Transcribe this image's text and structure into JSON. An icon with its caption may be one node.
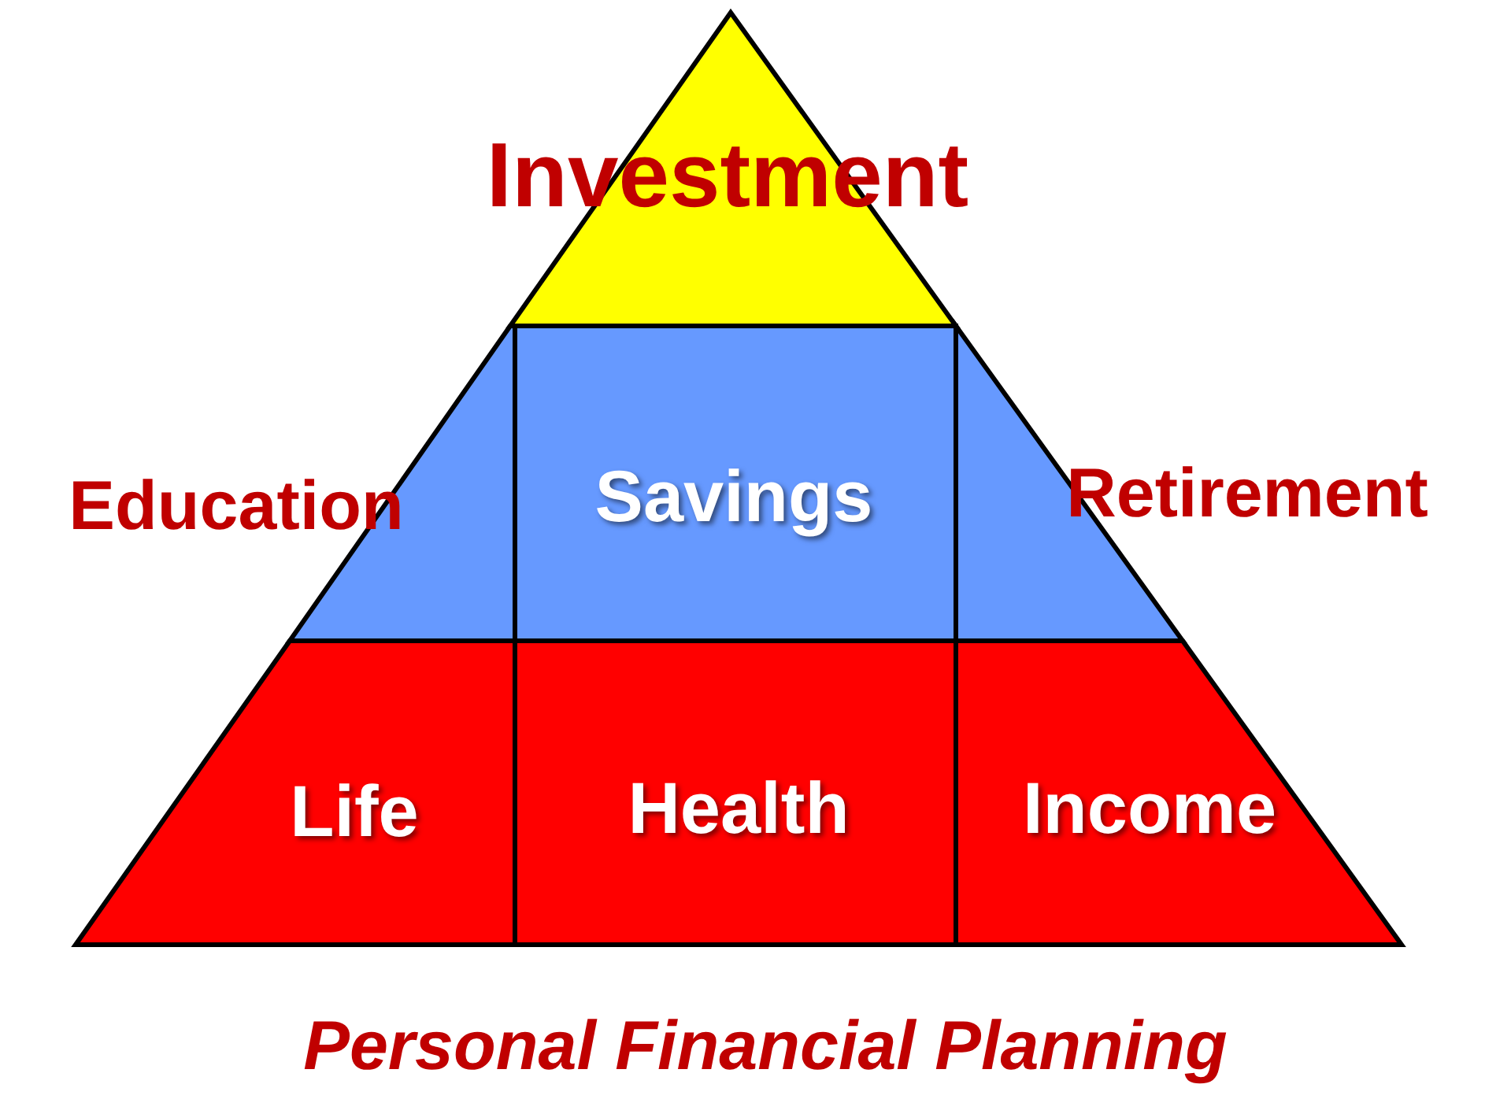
{
  "diagram": {
    "caption": "Personal Financial Planning",
    "nodes": [
      {
        "text": [
          "Investment"
        ]
      },
      {
        "text": [
          "Education"
        ]
      },
      {
        "text": [
          "Savings"
        ]
      },
      {
        "text": [
          "Retirement"
        ]
      },
      {
        "text": [
          "Life"
        ]
      },
      {
        "text": [
          "Health"
        ]
      },
      {
        "text": [
          "Income"
        ]
      }
    ]
  }
}
